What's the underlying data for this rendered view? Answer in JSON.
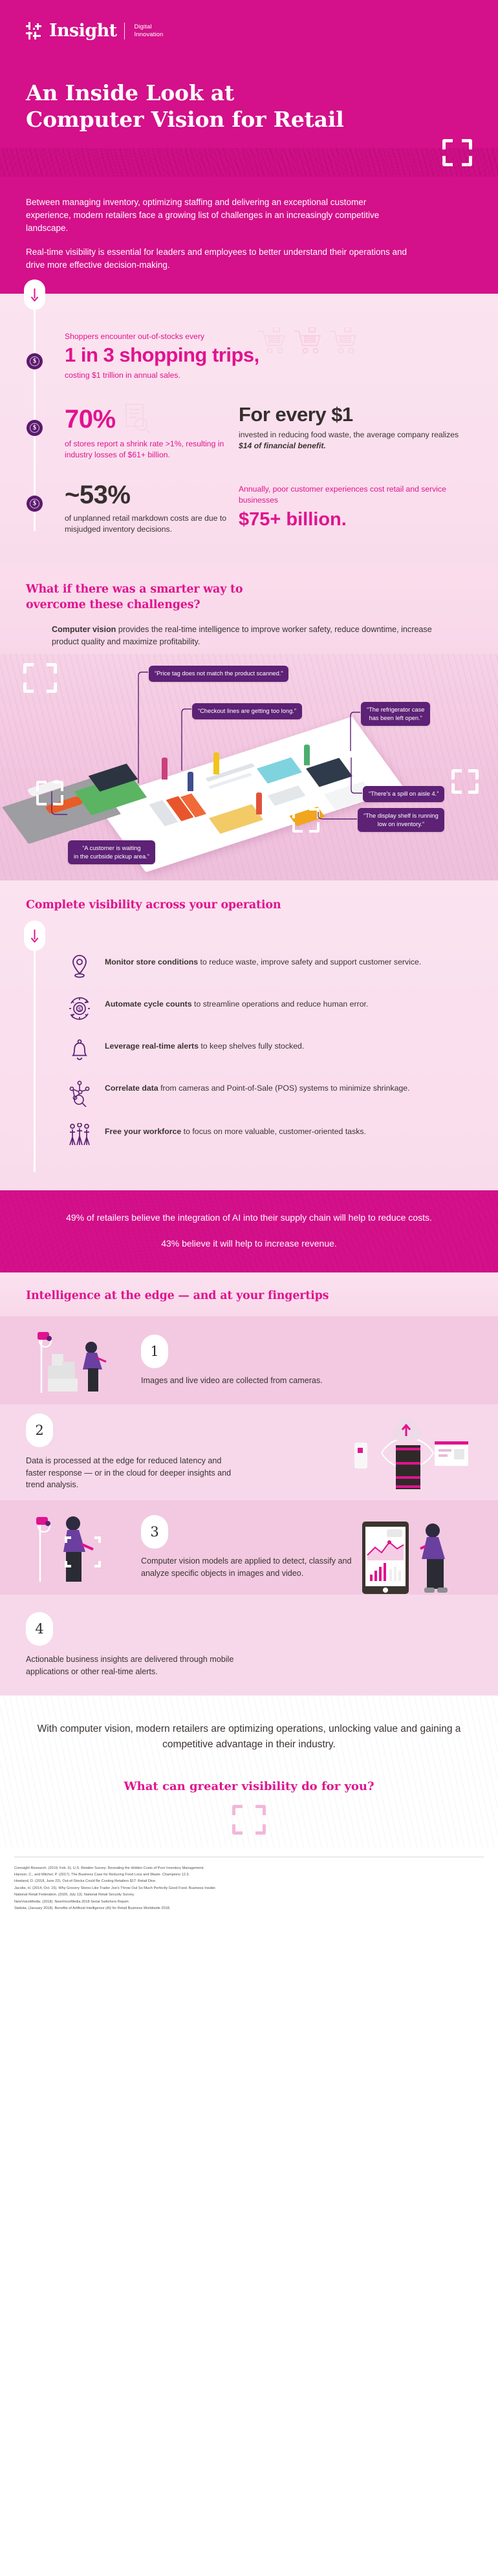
{
  "brand": {
    "name": "Insight",
    "tagline_line1": "Digital",
    "tagline_line2": "Innovation",
    "accent_magenta": "#d4108a",
    "accent_pink": "#e0138f",
    "accent_purple": "#5d2175",
    "bg_pale_pink": "#fbe3ef"
  },
  "hero": {
    "title_line1": "An Inside Look at",
    "title_line2": "Computer Vision for Retail",
    "paragraph1": "Between managing inventory, optimizing staffing and delivering an exceptional customer experience, modern retailers face a growing list of challenges in an increasingly competitive landscape.",
    "paragraph2": "Real-time visibility is essential for leaders and employees to better understand their operations and drive more effective decision-making."
  },
  "stats": [
    {
      "id": "out-of-stocks",
      "kicker": "Shoppers encounter out-of-stocks every",
      "big": "1 in 3 shopping trips,",
      "sub": "costing $1 trillion in annual sales.",
      "icon": "shopping-cart-icon"
    },
    {
      "id": "shrink-rate",
      "big": "70%",
      "sub": "of stores report a shrink rate >1%, resulting in industry losses of $61+ billion.",
      "icon": "receipt-magnifier-icon"
    },
    {
      "id": "markdown-costs",
      "big": "~53%",
      "sub": "of unplanned retail markdown costs are due to misjudged inventory decisions.",
      "icon": "none"
    }
  ],
  "stats_right": [
    {
      "id": "food-waste-roi",
      "big": "For every $1",
      "sub_before": "invested in reducing food waste, the average company realizes ",
      "sub_em": "$14 of financial benefit.",
      "sub_after": ""
    },
    {
      "id": "poor-cx-cost",
      "kicker": "Annually, poor customer experiences cost retail and service businesses",
      "big": "$75+ billion."
    }
  ],
  "smarter": {
    "title_line1": "What if there was a smarter way to",
    "title_line2": "overcome these challenges?",
    "body_bold": "Computer vision",
    "body_rest": " provides the real-time intelligence to improve worker safety, reduce downtime, increase product quality and maximize profitability."
  },
  "illustration": {
    "alt": "Isometric retail store scene with computer vision callouts",
    "callouts": [
      {
        "id": "price-tag",
        "text": "“Price tag does not match the product scanned.”"
      },
      {
        "id": "checkout-lines",
        "text": "“Checkout lines are getting too long.”"
      },
      {
        "id": "refrigerator-case",
        "text": "“The refrigerator case\nhas been left open.”"
      },
      {
        "id": "spill-aisle-4",
        "text": "“There’s a spill on aisle 4.”"
      },
      {
        "id": "display-shelf",
        "text": "“The display shelf is running\nlow on inventory.”"
      },
      {
        "id": "curbside-pickup",
        "text": "“A customer is waiting\nin the curbside pickup area.”"
      }
    ]
  },
  "visibility": {
    "title": "Complete visibility across your operation",
    "items": [
      {
        "icon": "location-pin-icon",
        "bold": "Monitor store conditions",
        "rest": " to reduce waste, improve safety and support customer service."
      },
      {
        "icon": "gear-cycle-icon",
        "bold": "Automate cycle counts",
        "rest": " to streamline operations and reduce human error."
      },
      {
        "icon": "bell-icon",
        "bold": "Leverage real-time alerts",
        "rest": " to keep shelves fully stocked."
      },
      {
        "icon": "network-magnifier-icon",
        "bold": "Correlate data",
        "rest": " from cameras and Point-of-Sale (POS) systems to minimize shrinkage."
      },
      {
        "icon": "people-icon",
        "bold": "Free your workforce",
        "rest": " to focus on more valuable, customer-oriented tasks."
      }
    ]
  },
  "ai_band": {
    "line1": "49% of retailers believe the integration of AI into their supply chain will help to reduce costs.",
    "line2": "43% believe it will help to increase revenue."
  },
  "edge": {
    "title": "Intelligence at the edge — and at your fingertips",
    "steps": [
      {
        "number": "1",
        "text": "Images and live video are collected from cameras.",
        "art": "camera-and-person-art"
      },
      {
        "number": "2",
        "text": "Data is processed at the edge for reduced latency and faster response — or in the cloud for deeper insights and trend analysis.",
        "art": "server-cloud-art"
      },
      {
        "number": "3",
        "text": "Computer vision models are applied to detect, classify and analyze specific objects in images and video.",
        "art": "detection-person-art"
      },
      {
        "number": "4",
        "text": "Actionable business insights are delivered through mobile applications or other real-time alerts.",
        "art": "tablet-dashboard-art"
      }
    ]
  },
  "closing": {
    "statement": "With computer vision, modern retailers are optimizing operations, unlocking value and gaining a competitive advantage in their industry.",
    "cta": "What can greater visibility do for you?"
  },
  "footer": {
    "sources": [
      "Coresight Research. (2019, Feb. 6). U.S. Retailer Survey: Revealing the Hidden Costs of Poor Inventory Management.",
      "Hanson, C., and Mitchel, P. (2017). The Business Case for Reducing Food Loss and Waste. Champions 12.3.",
      "Howland, D. (2018, June 22). Out-of-Stocks Could Be Costing Retailers $1T. Retail Dive.",
      "Jacobs, H. (2014, Oct. 15). Why Grocery Stores Like Trader Joe's Throw Out So Much Perfectly Good Food. Business Insider.",
      "National Retail Federation. (2020, July 13). National Retail Security Survey.",
      "NewVoiceMedia. (2018). NewVoiceMedia 2018 Serial Switchers Report.",
      "Statista. (January 2018). Benefits of Artificial Intelligence (AI) for Retail Business Worldwide 2018."
    ]
  }
}
